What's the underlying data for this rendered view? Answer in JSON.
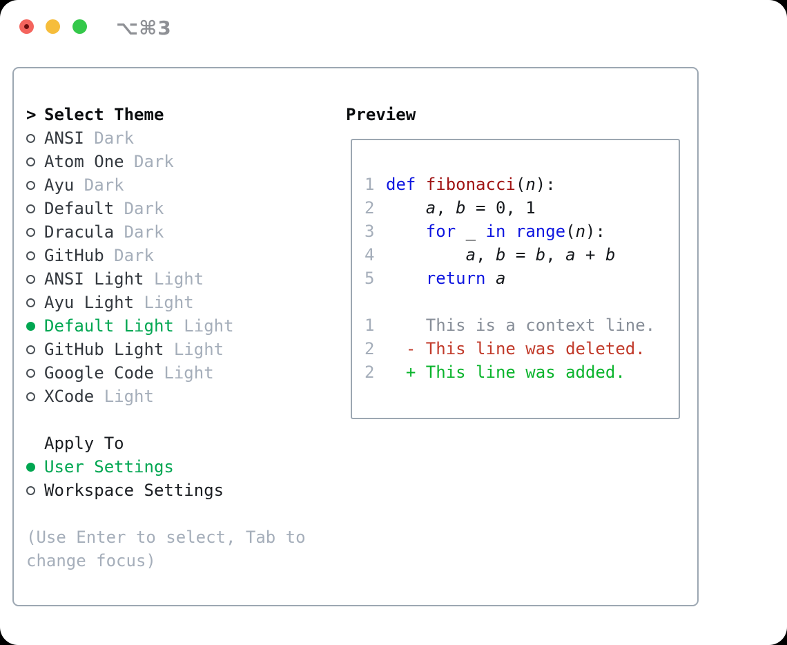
{
  "window": {
    "title": "⌥⌘3"
  },
  "colors": {
    "selection_green": "#00a651",
    "keyword_blue": "#0e16e0",
    "function_red": "#a01414",
    "deleted_red": "#c13a2a",
    "added_green": "#0ab42c",
    "muted_gray": "#a5aeba",
    "border_gray": "#9ca7b2",
    "traffic_red": "#f4645d",
    "traffic_yellow": "#f6bd3b",
    "traffic_green": "#34c84a"
  },
  "theme_panel": {
    "title_prefix": ">",
    "title": "Select Theme",
    "items": [
      {
        "name": "ANSI",
        "variant": "Dark",
        "selected": false
      },
      {
        "name": "Atom One",
        "variant": "Dark",
        "selected": false
      },
      {
        "name": "Ayu",
        "variant": "Dark",
        "selected": false
      },
      {
        "name": "Default",
        "variant": "Dark",
        "selected": false
      },
      {
        "name": "Dracula",
        "variant": "Dark",
        "selected": false
      },
      {
        "name": "GitHub",
        "variant": "Dark",
        "selected": false
      },
      {
        "name": "ANSI Light",
        "variant": "Light",
        "selected": false
      },
      {
        "name": "Ayu Light",
        "variant": "Light",
        "selected": false
      },
      {
        "name": "Default Light",
        "variant": "Light",
        "selected": true
      },
      {
        "name": "GitHub Light",
        "variant": "Light",
        "selected": false
      },
      {
        "name": "Google Code",
        "variant": "Light",
        "selected": false
      },
      {
        "name": "XCode",
        "variant": "Light",
        "selected": false
      }
    ],
    "apply_to": {
      "title": "Apply To",
      "options": [
        {
          "label": "User Settings",
          "selected": true
        },
        {
          "label": "Workspace Settings",
          "selected": false
        }
      ]
    },
    "hint_lines": [
      "(Use Enter to select, Tab to",
      "change focus)"
    ]
  },
  "preview": {
    "title": "Preview",
    "lines": [
      {
        "num": "1",
        "tokens": [
          {
            "text": "def",
            "style": "kw"
          },
          {
            "text": " ",
            "style": "plain"
          },
          {
            "text": "fibonacci",
            "style": "fn"
          },
          {
            "text": "(",
            "style": "plain"
          },
          {
            "text": "n",
            "style": "var"
          },
          {
            "text": "):",
            "style": "plain"
          }
        ]
      },
      {
        "num": "2",
        "tokens": [
          {
            "text": "    ",
            "style": "plain"
          },
          {
            "text": "a",
            "style": "var"
          },
          {
            "text": ", ",
            "style": "plain"
          },
          {
            "text": "b",
            "style": "var"
          },
          {
            "text": " = 0, 1",
            "style": "plain"
          }
        ]
      },
      {
        "num": "3",
        "tokens": [
          {
            "text": "    ",
            "style": "plain"
          },
          {
            "text": "for",
            "style": "kw"
          },
          {
            "text": " _ ",
            "style": "plain"
          },
          {
            "text": "in",
            "style": "kw"
          },
          {
            "text": " ",
            "style": "plain"
          },
          {
            "text": "range",
            "style": "kw"
          },
          {
            "text": "(",
            "style": "plain"
          },
          {
            "text": "n",
            "style": "var"
          },
          {
            "text": "):",
            "style": "plain"
          }
        ]
      },
      {
        "num": "4",
        "tokens": [
          {
            "text": "        ",
            "style": "plain"
          },
          {
            "text": "a",
            "style": "var"
          },
          {
            "text": ", ",
            "style": "plain"
          },
          {
            "text": "b",
            "style": "var"
          },
          {
            "text": " = ",
            "style": "plain"
          },
          {
            "text": "b",
            "style": "var"
          },
          {
            "text": ", ",
            "style": "plain"
          },
          {
            "text": "a",
            "style": "var"
          },
          {
            "text": " + ",
            "style": "plain"
          },
          {
            "text": "b",
            "style": "var"
          }
        ]
      },
      {
        "num": "5",
        "tokens": [
          {
            "text": "    ",
            "style": "plain"
          },
          {
            "text": "return",
            "style": "kw"
          },
          {
            "text": " ",
            "style": "plain"
          },
          {
            "text": "a",
            "style": "var"
          }
        ]
      },
      {
        "num": "",
        "tokens": []
      },
      {
        "num": "1",
        "tokens": [
          {
            "text": "    This is a context line.",
            "style": "ctx"
          }
        ]
      },
      {
        "num": "2",
        "tokens": [
          {
            "text": "  - This line was deleted.",
            "style": "del"
          }
        ]
      },
      {
        "num": "2",
        "tokens": [
          {
            "text": "  + This line was added.",
            "style": "add"
          }
        ]
      }
    ]
  }
}
